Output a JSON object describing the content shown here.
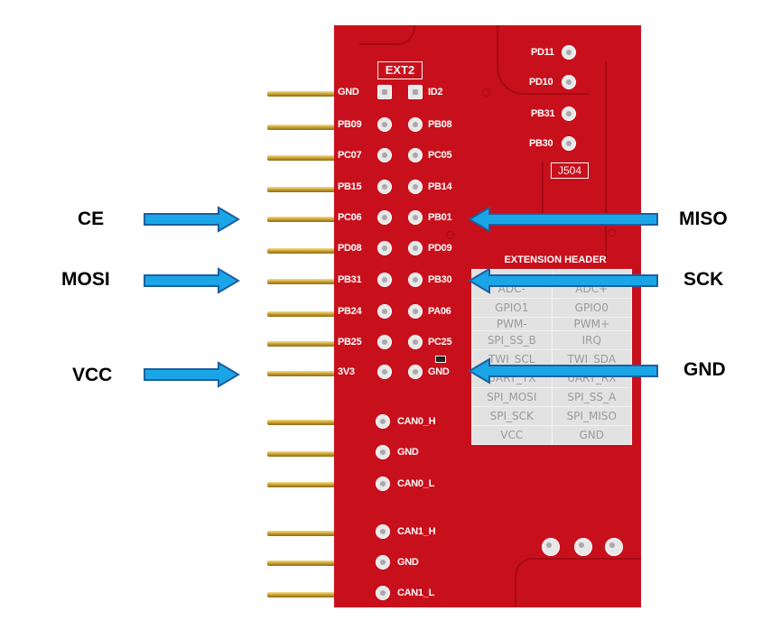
{
  "board": {
    "ext_label": "EXT2",
    "left_pins": [
      "GND",
      "PB09",
      "PC07",
      "PB15",
      "PC06",
      "PD08",
      "PB31",
      "PB24",
      "PB25",
      "3V3"
    ],
    "right_pins": [
      "ID2",
      "PB08",
      "PC05",
      "PB14",
      "PB01",
      "PD09",
      "PB30",
      "PA06",
      "PC25",
      "GND"
    ],
    "can_pins": [
      "CAN0_H",
      "GND",
      "CAN0_L",
      "CAN1_H",
      "GND",
      "CAN1_L"
    ],
    "j504_label": "J504",
    "j504_pins": [
      "PD11",
      "PD10",
      "PB31",
      "PB30"
    ],
    "header_title": "EXTENSION HEADER",
    "header_rows": [
      [
        "",
        ""
      ],
      [
        "ADC-",
        "ADC+"
      ],
      [
        "GPIO1",
        "GPIO0"
      ],
      [
        "PWM-",
        "PWM+"
      ],
      [
        "SPI_SS_B",
        "IRQ"
      ],
      [
        "TWI_SCL",
        "TWI_SDA"
      ],
      [
        "UART_TX",
        "UART_RX"
      ],
      [
        "SPI_MOSI",
        "SPI_SS_A"
      ],
      [
        "SPI_SCK",
        "SPI_MISO"
      ],
      [
        "VCC",
        "GND"
      ]
    ]
  },
  "callouts": {
    "ce": "CE",
    "mosi": "MOSI",
    "vcc": "VCC",
    "miso": "MISO",
    "sck": "SCK",
    "gnd": "GND"
  },
  "colors": {
    "board": "#c8101c",
    "arrow_fill": "#1aa6e6",
    "arrow_stroke": "#1b5fa0"
  }
}
